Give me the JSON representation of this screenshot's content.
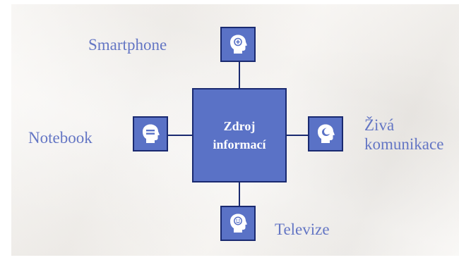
{
  "diagram": {
    "center": {
      "line1": "Zdroj",
      "line2": "informací"
    },
    "nodes": {
      "top": {
        "label": "Smartphone",
        "icon": "head-plus-icon"
      },
      "left": {
        "label": "Notebook",
        "icon": "head-equals-icon"
      },
      "right": {
        "label_line1": "Živá",
        "label_line2": "komunikace",
        "icon": "head-moon-icon"
      },
      "bottom": {
        "label": "Televize",
        "icon": "head-smiley-icon"
      }
    },
    "colors": {
      "box_fill": "#5a72c6",
      "box_border": "#1a2a70",
      "label_text": "#6476c4",
      "center_text": "#ffffff",
      "connector": "#1a2a70",
      "background": "#f6f3ef"
    }
  }
}
